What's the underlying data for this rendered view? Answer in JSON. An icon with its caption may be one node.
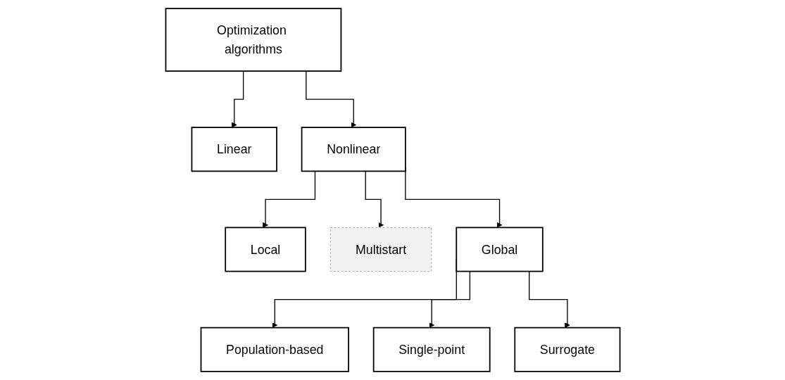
{
  "diagram": {
    "nodes": [
      {
        "text": [
          "Optimization algorithms"
        ]
      },
      {
        "text": [
          "Linear"
        ]
      },
      {
        "text": [
          "Nonlinear"
        ]
      },
      {
        "text": [
          "Local"
        ]
      },
      {
        "text": [
          "Multistart"
        ]
      },
      {
        "text": [
          "Global"
        ]
      },
      {
        "text": [
          "Population-based"
        ]
      },
      {
        "text": [
          "Single-point"
        ]
      },
      {
        "text": [
          "Surrogate"
        ]
      }
    ],
    "edges": [
      {
        "from": 0,
        "to": 1,
        "arrow": "to"
      },
      {
        "from": 0,
        "to": 2,
        "arrow": "to"
      },
      {
        "from": 2,
        "to": 3,
        "arrow": "to"
      },
      {
        "from": 2,
        "to": 4,
        "arrow": "to"
      },
      {
        "from": 2,
        "to": 5,
        "arrow": "to"
      },
      {
        "from": 5,
        "to": 6,
        "arrow": "to"
      },
      {
        "from": 5,
        "to": 7,
        "arrow": "to"
      },
      {
        "from": 5,
        "to": 8,
        "arrow": "to"
      }
    ]
  }
}
